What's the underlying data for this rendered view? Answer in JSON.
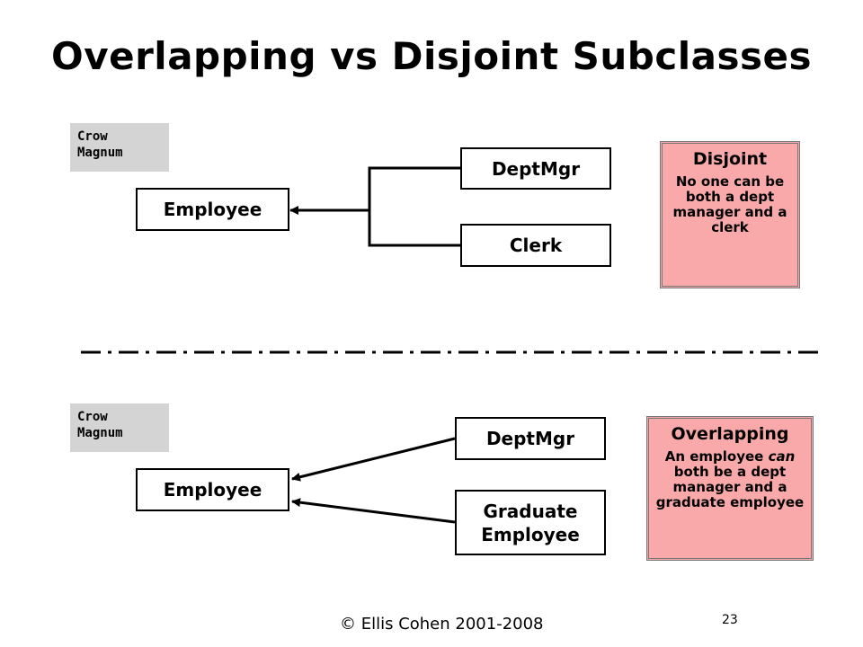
{
  "title": "Overlapping vs Disjoint Subclasses",
  "top": {
    "tag_line1": "Crow",
    "tag_line2": "Magnum",
    "superclass": "Employee",
    "sub1": "DeptMgr",
    "sub2": "Clerk",
    "note_heading": "Disjoint",
    "note_body": "No one can be both a dept manager and a clerk"
  },
  "bottom": {
    "tag_line1": "Crow",
    "tag_line2": "Magnum",
    "superclass": "Employee",
    "sub1": "DeptMgr",
    "sub2_line1": "Graduate",
    "sub2_line2": "Employee",
    "note_heading": "Overlapping",
    "note_body_pre": "An employee ",
    "note_body_em": "can",
    "note_body_post": " both be a dept manager and a graduate employee"
  },
  "footer": "© Ellis Cohen 2001-2008",
  "page_number": "23"
}
